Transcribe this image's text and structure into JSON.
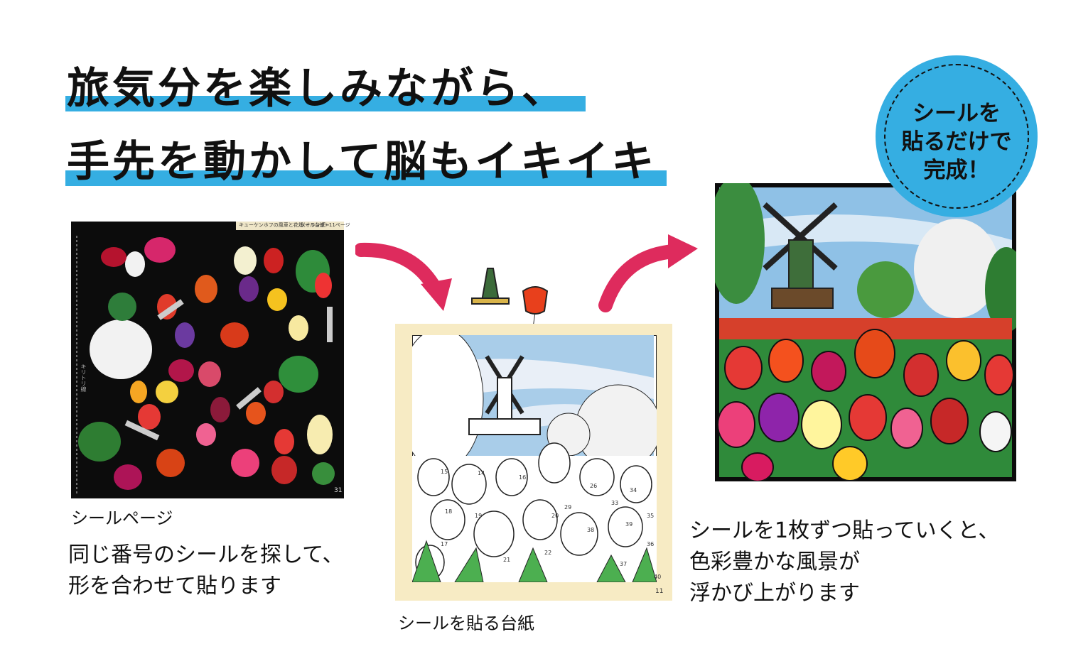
{
  "headline": {
    "line1": "旅気分を楽しみながら、",
    "line2": "手先を動かして脳もイキイキ"
  },
  "badge": {
    "line1": "シールを",
    "line2": "貼るだけで",
    "line3": "完成！"
  },
  "sticker_page": {
    "header_title": "キューケンホフの風車と花畑(オランダ)",
    "header_ref": "シール台紙→11ページ",
    "side_label": "キリトリ線",
    "page_number": "31",
    "caption": "シールページ",
    "desc_line1": "同じ番号のシールを探して、",
    "desc_line2": "形を合わせて貼ります"
  },
  "mount_page": {
    "page_number": "11",
    "caption": "シールを貼る台紙",
    "numbers": [
      "15",
      "14",
      "16",
      "18",
      "19",
      "20",
      "17",
      "21",
      "22",
      "38",
      "39",
      "26",
      "29",
      "33",
      "34",
      "35",
      "36",
      "37",
      "40"
    ]
  },
  "finished": {
    "desc_line1": "シールを1枚ずつ貼っていくと、",
    "desc_line2": "色彩豊かな風景が",
    "desc_line3": "浮かび上がります"
  },
  "colors": {
    "accent_blue": "#35aee2",
    "arrow_pink": "#de2b5d",
    "mount_border": "#f7ebc4"
  },
  "icons": {
    "arrow1": "curved-arrow-icon",
    "arrow2": "curved-arrow-icon"
  }
}
